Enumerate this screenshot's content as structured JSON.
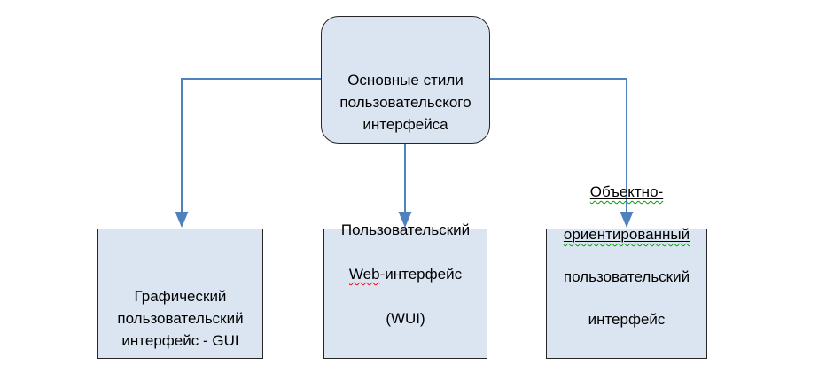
{
  "diagram": {
    "root": {
      "label": "Основные стили\nпользовательского\nинтерфейса"
    },
    "children": [
      {
        "label": "Графический\nпользовательский\nинтерфейс - GUI"
      },
      {
        "line1": "Пользовательский",
        "line2_misspelled_word": "Web",
        "line2_rest": "-интерфейс",
        "line3": "(WUI)"
      },
      {
        "line1_underlined": "Объектно-",
        "line2_underlined": "ориентированный",
        "line3": "пользовательский",
        "line4": "интерфейс"
      }
    ],
    "colors": {
      "node_fill": "#dbe5f1",
      "node_border": "#262626",
      "connector": "#4f81bd",
      "spellcheck_squiggle": "#ff0000",
      "grammar_squiggle": "#00a000"
    }
  }
}
